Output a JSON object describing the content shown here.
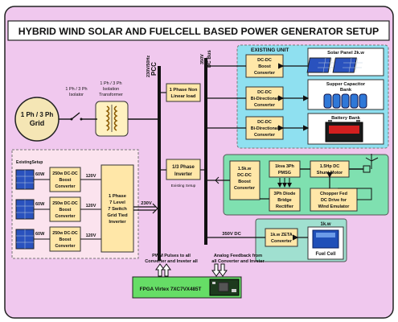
{
  "title": "HYBRID WIND SOLAR AND FUELCELL BASED POWER GENERATOR SETUP",
  "colors": {
    "background": "#f0c8ee",
    "title_bg": "#ffffff",
    "existing_unit_bg": "#8fe0f0",
    "wind_bg": "#7fe0b0",
    "fuel_bg": "#a0e0d0",
    "fpga_bg": "#66dd66",
    "solar_setup_bg": "#fbe3ee",
    "bus": "#111111"
  },
  "grid": {
    "label_line1": "1 Ph / 3 Ph",
    "label_line2": "Grid"
  },
  "isolator": {
    "line1": "1 Ph / 3 Ph",
    "line2": "Isolator"
  },
  "transformer": {
    "line1": "1 Ph / 3 Ph",
    "line2": "Isolation",
    "line3": "Transformer"
  },
  "pcc": {
    "voltage": "230V/50Hz",
    "label": "PCC"
  },
  "dc_bus": {
    "voltage": "350V",
    "label": "DC Bus"
  },
  "nonlinear_load": {
    "line1": "1 Phase Non",
    "line2": "Linear load"
  },
  "inverter_3ph": {
    "line1": "1/3 Phase",
    "line2": "Inverter",
    "caption": "Existing Setup"
  },
  "existing_unit": {
    "title": "EXISTING UNIT",
    "boost": {
      "line1": "DC-DC",
      "line2": "Boost",
      "line3": "Converter"
    },
    "bidir1": {
      "line1": "DC-DC",
      "line2": "Bi-Directional",
      "line3": "Converter"
    },
    "bidir2": {
      "line1": "DC-DC",
      "line2": "Bi-Directional",
      "line3": "Converter"
    },
    "solar_panel": "Solar Panel 2k.w",
    "supercap": {
      "line1": "Supper Capacitor",
      "line2": "Bank"
    },
    "battery": "Battery Bank"
  },
  "wind": {
    "boost": {
      "line1": "1.5k.w",
      "line2": "DC-DC",
      "line3": "Boost",
      "line4": "Converter"
    },
    "pmsg": {
      "line1": "1kva 3Ph",
      "line2": "PMSG"
    },
    "shunt": {
      "line1": "1.5Hp DC",
      "line2": "Shunt Motor"
    },
    "rectifier": {
      "line1": "3Ph Diode",
      "line2": "Bridge",
      "line3": "Rectifier"
    },
    "chopper": {
      "line1": "Chopper Fed",
      "line2": "DC Drive for",
      "line3": "Wind Emulator"
    }
  },
  "fuel": {
    "power": "1k.w",
    "zeta": {
      "line1": "1k.w ZETA",
      "line2": "Converter"
    },
    "cell_label": "Fuel Cell",
    "bus_label": "350V DC"
  },
  "solar_setup": {
    "caption": "ExistingSetup",
    "panels": [
      {
        "power": "60W",
        "conv1": "250w DC-DC",
        "conv2": "Boost",
        "conv3": "Converter",
        "out": "120V"
      },
      {
        "power": "60W",
        "conv1": "250w DC-DC",
        "conv2": "Boost",
        "conv3": "Converter",
        "out": "120V"
      },
      {
        "power": "60W",
        "conv1": "250w DC-DC",
        "conv2": "Boost",
        "conv3": "Converter",
        "out": "120V"
      }
    ],
    "inverter": {
      "line1": "1 Phase",
      "line2": "7 Level",
      "line3": "7 Switch",
      "line4": "Grid Tied",
      "line5": "Inverter"
    },
    "out_voltage": "230V"
  },
  "pwm_note": {
    "line1": "PWM Pulses to all",
    "line2": "Converter and Inveter all"
  },
  "feedback_note": {
    "line1": "Analog Feedback from",
    "line2": "all Converter and Inveter"
  },
  "fpga": {
    "label": "FPGA Virtex 7XC7VX485T"
  }
}
